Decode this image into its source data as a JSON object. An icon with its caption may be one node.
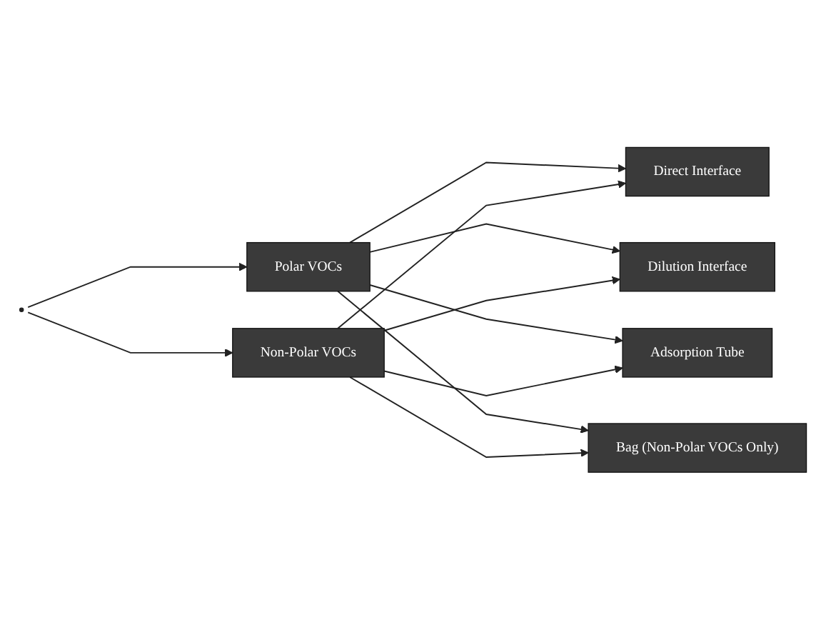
{
  "diagram": {
    "nodes": [
      {
        "text": [
          "Polar VOCs"
        ]
      },
      {
        "text": [
          "Non-Polar VOCs"
        ]
      },
      {
        "text": [
          "Direct Interface"
        ]
      },
      {
        "text": [
          "Dilution Interface"
        ]
      },
      {
        "text": [
          "Adsorption Tube"
        ]
      },
      {
        "text": [
          "Bag (Non-Polar VOCs Only)"
        ]
      }
    ],
    "edges": [
      {
        "from": null,
        "to": 0,
        "arrow": "to"
      },
      {
        "from": null,
        "to": 1,
        "arrow": "to"
      },
      {
        "from": 0,
        "to": 2,
        "arrow": "to"
      },
      {
        "from": 0,
        "to": 3,
        "arrow": "to"
      },
      {
        "from": 0,
        "to": 4,
        "arrow": "to"
      },
      {
        "from": 0,
        "to": 5,
        "arrow": "to"
      },
      {
        "from": 1,
        "to": 2,
        "arrow": "to"
      },
      {
        "from": 1,
        "to": 3,
        "arrow": "to"
      },
      {
        "from": 1,
        "to": 4,
        "arrow": "to"
      },
      {
        "from": 1,
        "to": 5,
        "arrow": "to"
      }
    ]
  }
}
